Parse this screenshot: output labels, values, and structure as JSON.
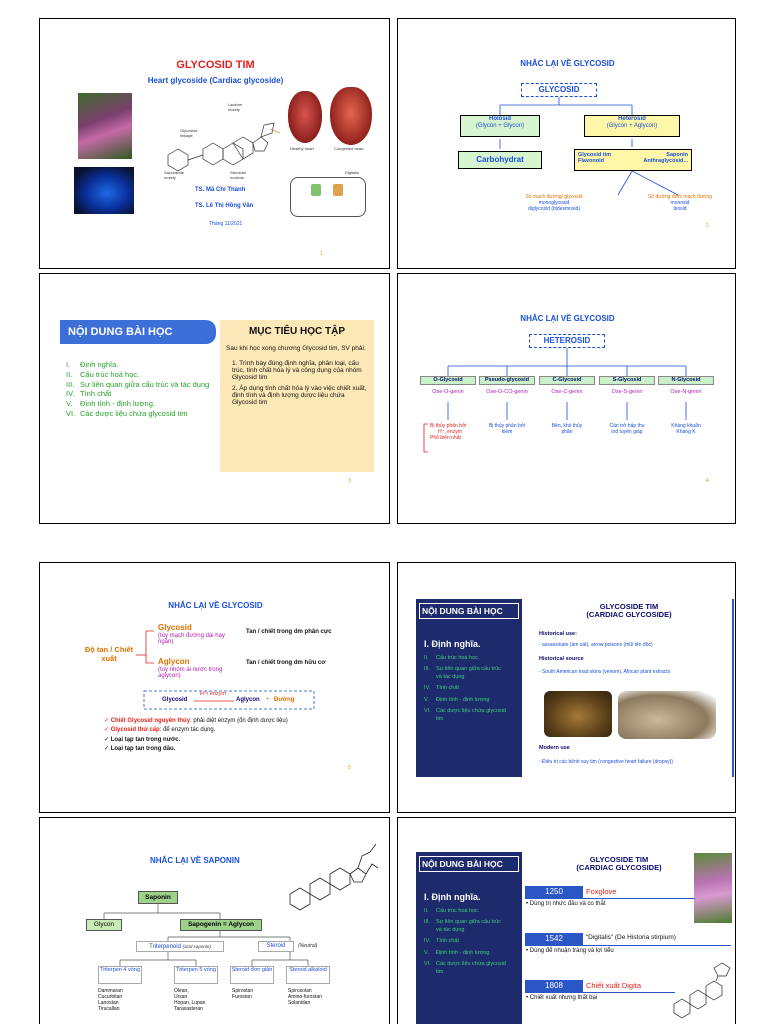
{
  "slide1": {
    "title": "GLYCOSID TIM",
    "subtitle": "Heart glycoside (Cardiac glycoside)",
    "author1": "TS. Mã Chí Thành",
    "author2": "TS. Lê Thị Hồng Vân",
    "date": "Tháng 11/2021",
    "struct_labels": {
      "lactone": "Lactone moiety",
      "glycoside": "Glycoside linkage",
      "sugar": "Saccharide moiety",
      "steroid": "Steroidal nucleus",
      "healthy": "Healthy heart",
      "congested": "Congested heart",
      "digitalis": "Digitalis"
    }
  },
  "slide2": {
    "title": "NHẮC LẠI VỀ GLYCOSID",
    "root": "GLYCOSID",
    "holosid": "Holosid",
    "holosid_sub": "(Glycon + Glycon)",
    "heterosid": "Heterosid",
    "heterosid_sub": "(Glycon + Aglycon)",
    "carbohydrat": "Carbohydrat",
    "hetero_items": [
      "Glycosid tim",
      "Saponin",
      "Flavonoid",
      "Anthraglycosid..."
    ],
    "left_note": [
      "Số mạch đường/ glycosid",
      "monoglycosid",
      "diglycosid (bidesmosid)"
    ],
    "right_note": [
      "Số đường đơn/ mạch đường",
      "monosid",
      "biosid"
    ]
  },
  "slide3": {
    "left_header": "NỘI DUNG BÀI HỌC",
    "items": [
      {
        "num": "I.",
        "text": "Định nghĩa."
      },
      {
        "num": "II.",
        "text": "Cấu trúc hoá học."
      },
      {
        "num": "III.",
        "text": "Sự liên quan giữa cấu trúc và tác dụng"
      },
      {
        "num": "IV.",
        "text": "Tính chất"
      },
      {
        "num": "V.",
        "text": "Định tính - định lượng."
      },
      {
        "num": "VI.",
        "text": "Các dược liệu chứa glycosid tim"
      }
    ],
    "right_header": "MỤC TIÊU HỌC TẬP",
    "intro": "Sau khi học xong chương Glycosid tim, SV phải:",
    "goal1": "1. Trình bày đúng định nghĩa, phân loại, cấu trúc, tính chất hóa lý và công dụng của nhóm Glycosid tim",
    "goal2": "2. Áp dụng tính chất hóa lý vào việc chiết xuất, định tính và định lượng dược liệu chứa Glycosid tim"
  },
  "slide4": {
    "title": "NHẮC LẠI VỀ GLYCOSID",
    "root": "HETEROSID",
    "types": [
      {
        "name": "O-Glycosid",
        "genin": "Ose-O-genin",
        "note": ""
      },
      {
        "name": "Pseudo-glycosid",
        "genin": "Ose-O-CO-genin",
        "note": "Bị thủy phân bởi kiềm"
      },
      {
        "name": "C-Glycosid",
        "genin": "Ose-C-genin",
        "note": "Bền, khó thủy phân"
      },
      {
        "name": "S-Glycosid",
        "genin": "Ose-S-genin",
        "note": "Cản trở hấp thu iod tuyến giáp"
      },
      {
        "name": "N-Glycosid",
        "genin": "Ose-N-genin",
        "note": "Kháng khuẩn Kháng K"
      }
    ],
    "o_notes": [
      "Bị thủy phân bởi",
      "H⁺, enzym",
      "Phổ biến nhất"
    ]
  },
  "slide5": {
    "title": "NHẮC LẠI VỀ GLYCOSID",
    "left_label": "Độ tan / Chiết xuất",
    "glycosid": "Glycosid",
    "glycosid_note": "(tùy mạch đường dài hay ngắn)",
    "aglycon": "Aglycon",
    "aglycon_note": "(tùy nhóm ái nước trong aglycon)",
    "tan1": "Tan / chiết trong dm phân cực",
    "tan2": "Tan / chiết trong dm hữu cơ",
    "reaction_left": "Glycosid",
    "reaction_top": "H⁺/ enzym",
    "reaction_right1": "Aglycon",
    "reaction_plus": "+",
    "reaction_right2": "Đường",
    "bullets": [
      {
        "strong": "Chiết Glycosid nguyên thủy",
        "rest": ": phải diệt enzym (ổn định dược liệu)"
      },
      {
        "strong": "Glycosid thứ cấp",
        "rest": ": để enzym tác dụng."
      },
      {
        "strong": "Loại tạp tan trong nước.",
        "rest": ""
      },
      {
        "strong": "Loại tạp tan trong dầu.",
        "rest": ""
      }
    ]
  },
  "sidebar": {
    "header": "NỘI DUNG BÀI HỌC",
    "main": "I.  Định nghĩa.",
    "items": [
      {
        "num": "II.",
        "text": "Cấu trúc hoá học."
      },
      {
        "num": "III.",
        "text": "Sự liên quan giữa cấu trúc và tác dụng"
      },
      {
        "num": "IV.",
        "text": "Tính chất"
      },
      {
        "num": "V.",
        "text": "Định tính - định lượng"
      },
      {
        "num": "VI.",
        "text": "Các dược liệu chứa glycosid tim"
      }
    ]
  },
  "slide6": {
    "title": "GLYCOSIDE TIM",
    "title2": "(CARDIAC GLYCOSIDE)",
    "hist_use": "Historical use:",
    "hist_use_text": "- assassinate (ám sát), arrow poisons (mũi tên độc)",
    "hist_src": "Historical source",
    "hist_src_text": "- South American toad skins (venom), African plant extracts",
    "modern": "Modern use",
    "modern_text": "- Điều trị các bệnh suy tim (congestive heart failure (dropsy))"
  },
  "slide7": {
    "title": "NHẮC LẠI VỀ SAPONIN",
    "saponin": "Saponin",
    "glycon": "Glycon",
    "sapogenin": "Sapogenin = Aglycon",
    "triterpenoid": "Triterpenoid",
    "triterpenoid_note": "(acid saponin)",
    "steroid": "Steroid",
    "steroid_note": "(Neutral)",
    "cols": [
      {
        "head": "Triterpen 4 vòng",
        "items": [
          "Dammaran",
          "Cucurbitan",
          "Lanostan",
          "Tirucallan"
        ]
      },
      {
        "head": "Triterpen 5 vòng",
        "items": [
          "Olean,",
          "Ursan",
          "Hopan, Lupan",
          "Taraxasteran"
        ]
      },
      {
        "head": "Steroid đơn giản",
        "items": [
          "Spirostan",
          "Furostan"
        ]
      },
      {
        "head": "Steroid alkaloid",
        "items": [
          "Spirosolan",
          "Amino-furostan",
          "Solanidan"
        ]
      }
    ]
  },
  "slide8": {
    "title": "GLYCOSIDE TIM",
    "title2": "(CARDIAC GLYCOSIDE)",
    "timeline": [
      {
        "year": "1250",
        "name": "Foxglove",
        "desc": "• Dùng trị nhức đầu và co thắt"
      },
      {
        "year": "1542",
        "name": "“Digitalis” (De Historia stirpium)",
        "desc": "• Dùng để nhuận tràng và lợi tiểu"
      },
      {
        "year": "1808",
        "name": "Chiết xuất Digita",
        "desc": "• Chiết xuất nhưng thất bại"
      }
    ]
  },
  "colors": {
    "blue": "#1a4fd8",
    "red": "#e0211f",
    "navy": "#1d2a6b",
    "orange": "#e07000"
  }
}
